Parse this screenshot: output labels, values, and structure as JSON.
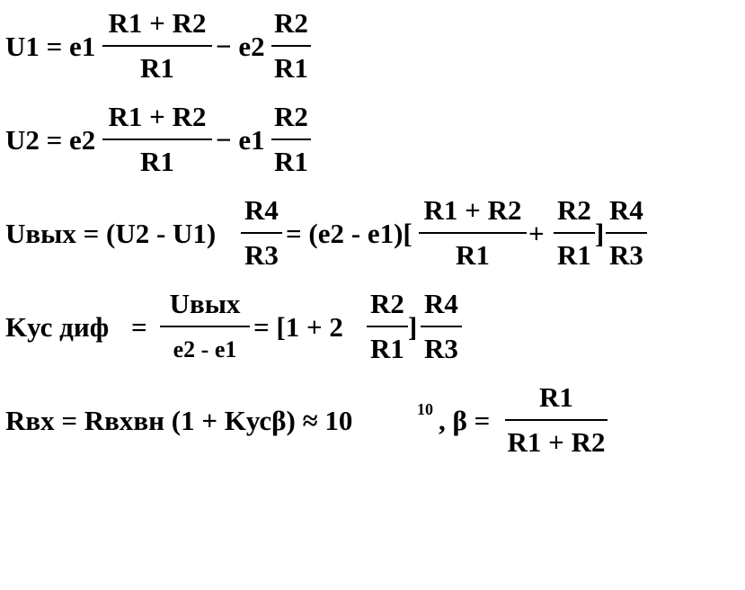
{
  "equations": {
    "u1": {
      "lhs": "U1 = e1",
      "frac1": {
        "num": "R1 + R2",
        "den": "R1"
      },
      "mid": "− e2",
      "frac2": {
        "num": "R2",
        "den": "R1"
      }
    },
    "u2": {
      "lhs": "U2 = e2",
      "frac1": {
        "num": "R1 + R2",
        "den": "R1"
      },
      "mid": "− e1",
      "frac2": {
        "num": "R2",
        "den": "R1"
      }
    },
    "uvyh": {
      "lhs": "Uвых = (U2 - U1)",
      "frac1": {
        "num": "R4",
        "den": "R3"
      },
      "mid": "= (e2 - e1)[",
      "frac2": {
        "num": "R1 + R2",
        "den": "R1"
      },
      "plus": "+",
      "frac3": {
        "num": "R2",
        "den": "R1"
      },
      "close": "]",
      "frac4": {
        "num": "R4",
        "den": "R3"
      }
    },
    "kus": {
      "lhs": "Kус  диф",
      "eq": "=",
      "frac1": {
        "num": "Uвых",
        "den": "e2 - e1"
      },
      "mid": "= [1 + 2",
      "frac2": {
        "num": "R2",
        "den": "R1"
      },
      "close": "]",
      "frac3": {
        "num": "R4",
        "den": "R3"
      }
    },
    "rvx": {
      "lhs": "Rвх  = Rвхвн (1 + Kусβ) ≈ 10",
      "exp": "10",
      "mid": ", β =",
      "frac1": {
        "num": "R1",
        "den": "R1 + R2"
      }
    }
  }
}
